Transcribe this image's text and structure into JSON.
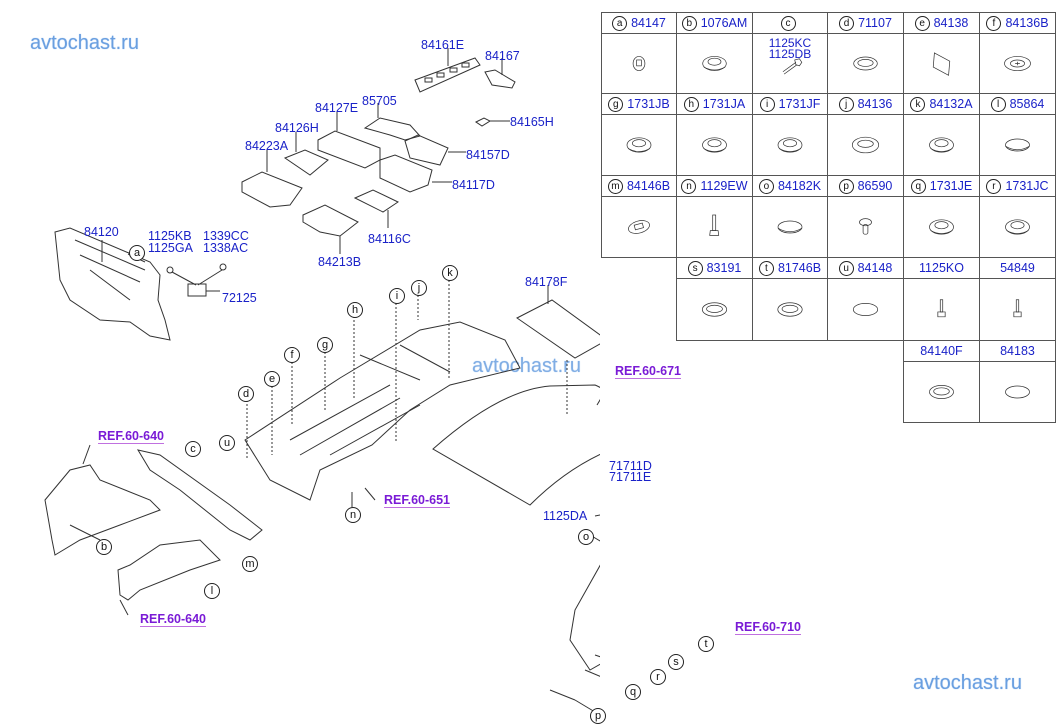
{
  "watermarks": [
    "avtochast.ru",
    "avtochast.ru",
    "avtochast.ru"
  ],
  "diagram": {
    "part_labels": {
      "p84161E": "84161E",
      "p84167": "84167",
      "p84165H": "84165H",
      "p85705": "85705",
      "p84127E": "84127E",
      "p84126H": "84126H",
      "p84223A": "84223A",
      "p84157D": "84157D",
      "p84117D": "84117D",
      "p84116C": "84116C",
      "p84213B": "84213B",
      "p84120": "84120",
      "p1125KB": "1125KB",
      "p1125GA": "1125GA",
      "p1339CC": "1339CC",
      "p1338AC": "1338AC",
      "p72125": "72125",
      "p84178F": "84178F",
      "p71711D": "71711D",
      "p71711E": "71711E",
      "p1125DA": "1125DA"
    },
    "refs": {
      "ref_640_top": "REF.60-640",
      "ref_640_bottom": "REF.60-640",
      "ref_651": "REF.60-651",
      "ref_671": "REF.60-671",
      "ref_710": "REF.60-710"
    },
    "callouts": {
      "a": "a",
      "b": "b",
      "c": "c",
      "d": "d",
      "e": "e",
      "f": "f",
      "g": "g",
      "h": "h",
      "i": "i",
      "j": "j",
      "k": "k",
      "l": "l",
      "m": "m",
      "n": "n",
      "o": "o",
      "p": "p",
      "q": "q",
      "r": "r",
      "s": "s",
      "t": "t",
      "u": "u"
    }
  },
  "parts_table": {
    "rows": [
      [
        {
          "letter": "a",
          "part": "84147",
          "icon": "grommet-cap-icon"
        },
        {
          "letter": "b",
          "part": "1076AM",
          "icon": "plug-icon"
        },
        {
          "letter": "c",
          "part": "",
          "inner": [
            "1125KC",
            "1125DB"
          ],
          "icon": "bolt-icon"
        },
        {
          "letter": "d",
          "part": "71107",
          "icon": "ring-icon"
        },
        {
          "letter": "e",
          "part": "84138",
          "icon": "pad-icon"
        },
        {
          "letter": "f",
          "part": "84136B",
          "icon": "cross-plug-icon"
        }
      ],
      [
        {
          "letter": "g",
          "part": "1731JB",
          "icon": "plug-icon"
        },
        {
          "letter": "h",
          "part": "1731JA",
          "icon": "plug-icon"
        },
        {
          "letter": "i",
          "part": "1731JF",
          "icon": "plug-icon"
        },
        {
          "letter": "j",
          "part": "84136",
          "icon": "ring-plug-icon"
        },
        {
          "letter": "k",
          "part": "84132A",
          "icon": "plug-icon"
        },
        {
          "letter": "l",
          "part": "85864",
          "icon": "disc-icon"
        }
      ],
      [
        {
          "letter": "m",
          "part": "84146B",
          "icon": "oval-grommet-icon"
        },
        {
          "letter": "n",
          "part": "1129EW",
          "icon": "long-bolt-icon"
        },
        {
          "letter": "o",
          "part": "84182K",
          "icon": "disc-icon"
        },
        {
          "letter": "p",
          "part": "86590",
          "icon": "clip-icon"
        },
        {
          "letter": "q",
          "part": "1731JE",
          "icon": "plug-icon"
        },
        {
          "letter": "r",
          "part": "1731JC",
          "icon": "plug-icon"
        }
      ],
      [
        {
          "letter": "s",
          "part": "83191",
          "icon": "ring-icon"
        },
        {
          "letter": "t",
          "part": "81746B",
          "icon": "ring-icon"
        },
        {
          "letter": "u",
          "part": "84148",
          "icon": "oval-icon"
        },
        {
          "letter": "",
          "part": "1125KO",
          "icon": "bolt-small-icon"
        },
        {
          "letter": "",
          "part": "54849",
          "icon": "bolt-small-icon"
        }
      ],
      [
        {
          "letter": "",
          "part": "84140F",
          "icon": "ring-icon"
        },
        {
          "letter": "",
          "part": "84183",
          "icon": "oval-icon"
        }
      ]
    ]
  }
}
